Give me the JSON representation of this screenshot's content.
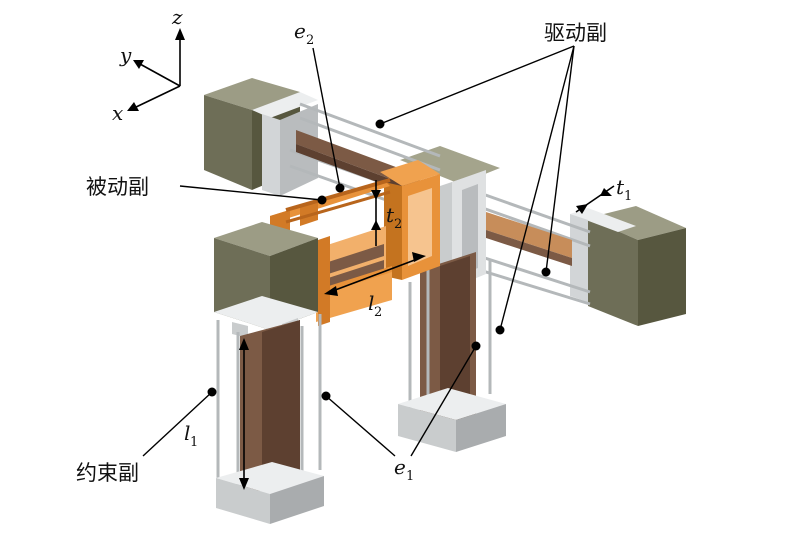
{
  "axes": {
    "z": "z",
    "y": "y",
    "x": "x"
  },
  "labels": {
    "active_pair": "驱动副",
    "passive_pair": "被动副",
    "constraint_pair": "约束副"
  },
  "symbols": {
    "e2": {
      "base": "e",
      "sub": "2"
    },
    "e1": {
      "base": "e",
      "sub": "1"
    },
    "t1": {
      "base": "t",
      "sub": "1"
    },
    "t2": {
      "base": "t",
      "sub": "2"
    },
    "l1": {
      "base": "l",
      "sub": "1"
    },
    "l2": {
      "base": "l",
      "sub": "2"
    }
  },
  "colors": {
    "cube_front": "#6e6e57",
    "cube_top": "#9c9c85",
    "cube_side": "#57573f",
    "plate": "#e2e4e5",
    "plate_dark": "#b9bcbe",
    "rod": "#b4b8ba",
    "core_brown": "#7c5a45",
    "orange": "#e8923a",
    "orange_dark": "#b8651c"
  }
}
